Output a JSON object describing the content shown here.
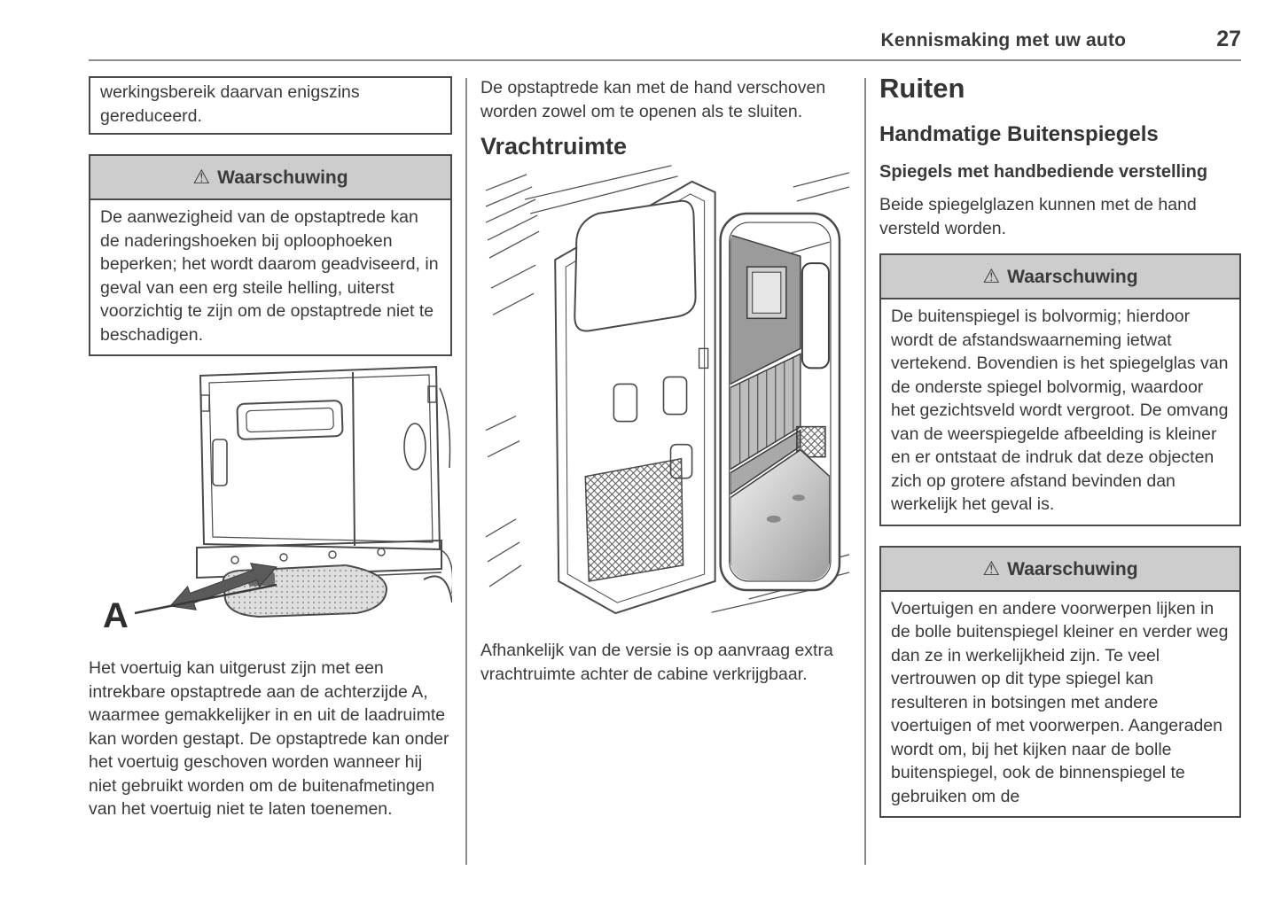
{
  "header": {
    "title": "Kennismaking met uw auto",
    "page_number": "27"
  },
  "warning_icon": "⚠",
  "colors": {
    "warning_header_bg": "#cdcdcd",
    "box_border": "#4a4a4a",
    "text": "#3a3a3a",
    "rule": "#8c8c8c"
  },
  "col1": {
    "continuation": "werkingsbereik daarvan enigszins gereduceerd.",
    "warning": {
      "title": "Waarschuwing",
      "body": "De aanwezigheid van de opstaptrede kan de naderingshoeken bij oploophoeken beperken; het wordt daarom geadviseerd, in geval van een erg steile helling, uiterst voorzichtig te zijn om de opstaptrede niet te beschadigen."
    },
    "figure_label": "A",
    "paragraph": "Het voertuig kan uitgerust zijn met een intrekbare opstaptrede aan de achterzijde A, waarmee gemakkelijker in en uit de laadruimte kan worden gestapt. De opstaptrede kan onder het voertuig geschoven worden wanneer hij niet gebruikt worden om de buitenafmetingen van het voertuig niet te laten toenemen."
  },
  "col2": {
    "intro": "De opstaptrede kan met de hand verschoven worden zowel om te openen als te sluiten.",
    "heading": "Vrachtruimte",
    "paragraph": "Afhankelijk van de versie is op aanvraag extra vrachtruimte achter de cabine verkrijgbaar."
  },
  "col3": {
    "heading": "Ruiten",
    "subheading": "Handmatige Buitenspiegels",
    "lead": "Spiegels met handbediende verstelling",
    "intro": "Beide spiegelglazen kunnen met de hand versteld worden.",
    "warning1": {
      "title": "Waarschuwing",
      "body": "De buitenspiegel is bolvormig; hierdoor wordt de afstandswaarneming ietwat vertekend. Bovendien is het spiegelglas van de onderste spiegel bolvormig, waardoor het gezichtsveld wordt vergroot. De omvang van de weerspiegelde afbeelding is kleiner en er ontstaat de indruk dat deze objecten zich op grotere afstand bevinden dan werkelijk het geval is."
    },
    "warning2": {
      "title": "Waarschuwing",
      "body": "Voertuigen en andere voorwerpen lijken in de bolle buitenspiegel kleiner en verder weg dan ze in werkelijkheid zijn. Te veel vertrouwen op dit type spiegel kan resulteren in botsingen met andere voertuigen of met voorwerpen. Aangeraden wordt om, bij het kijken naar de bolle buitenspiegel, ook de binnenspiegel te gebruiken om de"
    }
  }
}
